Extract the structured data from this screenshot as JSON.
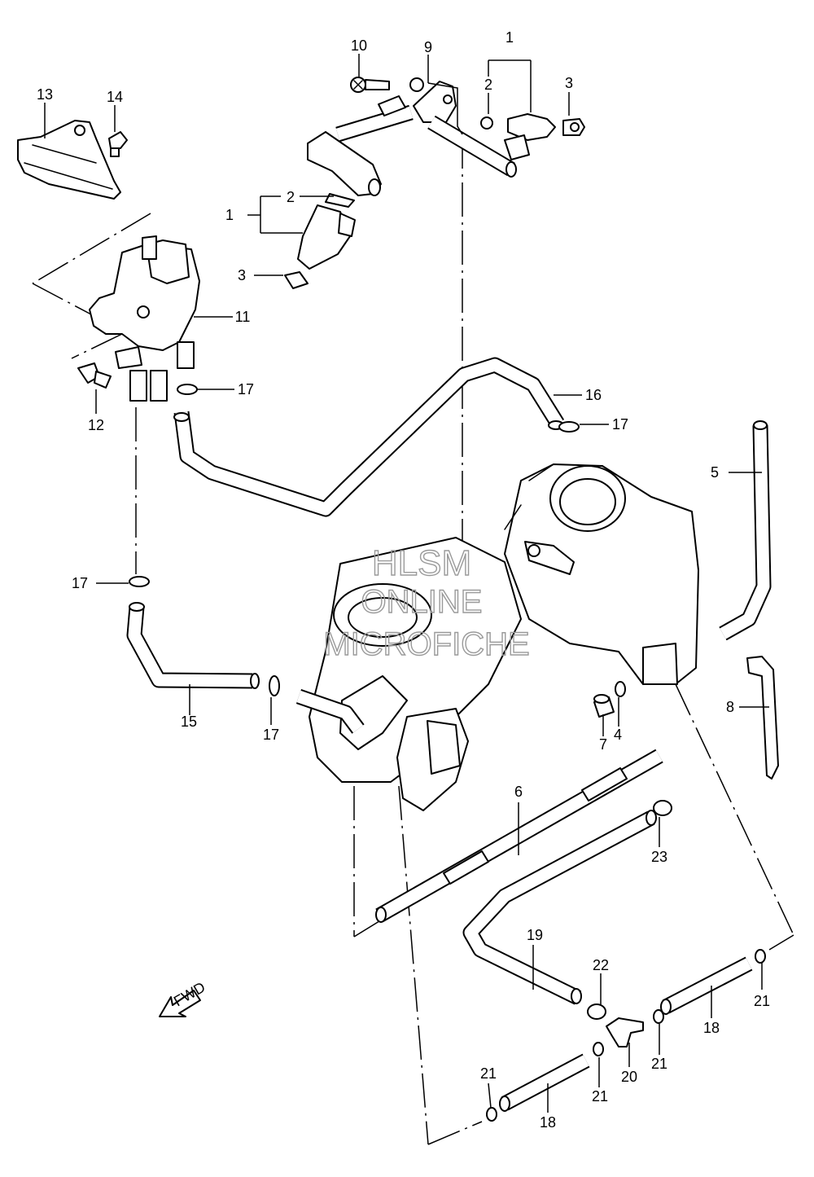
{
  "watermark": {
    "line1": "HLSM",
    "line2": "ONLINE",
    "line3": "MICROFICHE"
  },
  "fwd_arrow": {
    "label": "FWD"
  },
  "callouts": [
    {
      "id": "c1a",
      "text": "1"
    },
    {
      "id": "c2a",
      "text": "2"
    },
    {
      "id": "c3a",
      "text": "3"
    },
    {
      "id": "c9",
      "text": "9"
    },
    {
      "id": "c10",
      "text": "10"
    },
    {
      "id": "c1b",
      "text": "1"
    },
    {
      "id": "c2b",
      "text": "2"
    },
    {
      "id": "c3b",
      "text": "3"
    },
    {
      "id": "c13",
      "text": "13"
    },
    {
      "id": "c14",
      "text": "14"
    },
    {
      "id": "c11",
      "text": "11"
    },
    {
      "id": "c12",
      "text": "12"
    },
    {
      "id": "c17a",
      "text": "17"
    },
    {
      "id": "c16",
      "text": "16"
    },
    {
      "id": "c17b",
      "text": "17"
    },
    {
      "id": "c5",
      "text": "5"
    },
    {
      "id": "c17c",
      "text": "17"
    },
    {
      "id": "c15",
      "text": "15"
    },
    {
      "id": "c17d",
      "text": "17"
    },
    {
      "id": "c8",
      "text": "8"
    },
    {
      "id": "c7",
      "text": "7"
    },
    {
      "id": "c4",
      "text": "4"
    },
    {
      "id": "c6",
      "text": "6"
    },
    {
      "id": "c23",
      "text": "23"
    },
    {
      "id": "c19",
      "text": "19"
    },
    {
      "id": "c22",
      "text": "22"
    },
    {
      "id": "c21a",
      "text": "21"
    },
    {
      "id": "c18a",
      "text": "18"
    },
    {
      "id": "c21b",
      "text": "21"
    },
    {
      "id": "c20",
      "text": "20"
    },
    {
      "id": "c21c",
      "text": "21"
    },
    {
      "id": "c21d",
      "text": "21"
    },
    {
      "id": "c18b",
      "text": "18"
    }
  ]
}
